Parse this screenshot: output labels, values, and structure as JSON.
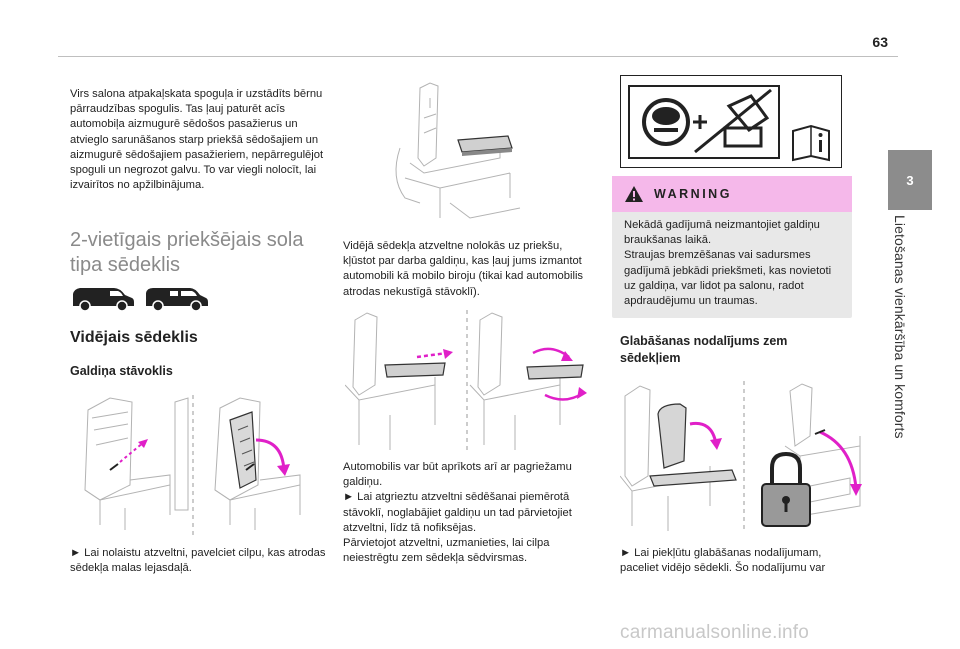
{
  "page": {
    "number": "63",
    "chapter_number": "3",
    "chapter_title": "Lietošanas vienkāršība un komforts",
    "watermark": "carmanualsonline.info"
  },
  "column1": {
    "intro": "Virs salona atpakaļskata spoguļa ir uzstādīts bērnu pārraudzības spogulis. Tas ļauj paturēt acīs automobiļa aizmugurē sēdošos pasažierus un atvieglo sarunāšanos starp priekšā sēdošajiem un aizmugurē sēdošajiem pasažieriem, nepārregulējot spoguli un negrozot galvu. To var viegli nolocīt, lai izvairītos no apžilbinājuma.",
    "section_title": "2-vietīgais priekšējais sola tipa sēdeklis",
    "heading": "Vidējais sēdeklis",
    "subheading": "Galdiņa stāvoklis",
    "caption": "► Lai nolaistu atzveltni, pavelciet cilpu, kas atrodas sēdekļa malas lejasdaļā."
  },
  "column2": {
    "text_top": "Vidējā sēdekļa atzveltne nolokās uz priekšu, kļūstot par darba galdiņu, kas ļauj jums izmantot automobili kā mobilo biroju (tikai kad automobilis atrodas nekustīgā stāvoklī).",
    "text_bottom": "Automobilis var būt aprīkots arī ar pagriežamu galdiņu.\n► Lai atgrieztu atzveltni sēdēšanai piemērotā stāvoklī, noglabājiet galdiņu un tad pārvietojiet atzveltni, līdz tā nofiksējas.\nPārvietojot atzveltni, uzmanieties, lai cilpa neiestrēgtu zem sēdekļa sēdvirsmas."
  },
  "column3": {
    "warning_title": "WARNING",
    "warning_text": "Nekādā gadījumā neizmantojiet galdiņu braukšanas laikā.\nStraujas bremzēšanas vai sadursmes gadījumā jebkādi priekšmeti, kas novietoti uz galdiņa, var lidot pa salonu, radot apdraudējumu un traumas.",
    "heading": "Glabāšanas nodalījums zem sēdekļiem",
    "caption": "► Lai piekļūtu glabāšanas nodalījumam, paceliet vidējo sēdekli. Šo nodalījumu var"
  },
  "colors": {
    "accent_magenta": "#e020c8",
    "warning_header": "#f5b8ea",
    "warning_body": "#e8e8e8",
    "tab_grey": "#8c8c8c",
    "section_title_grey": "#8a8a8a"
  },
  "icons": [
    "van-icon",
    "van-icon",
    "warning-triangle-icon",
    "airbag-steering-wheel-icon",
    "no-objects-icon",
    "read-manual-icon",
    "padlock-icon"
  ]
}
